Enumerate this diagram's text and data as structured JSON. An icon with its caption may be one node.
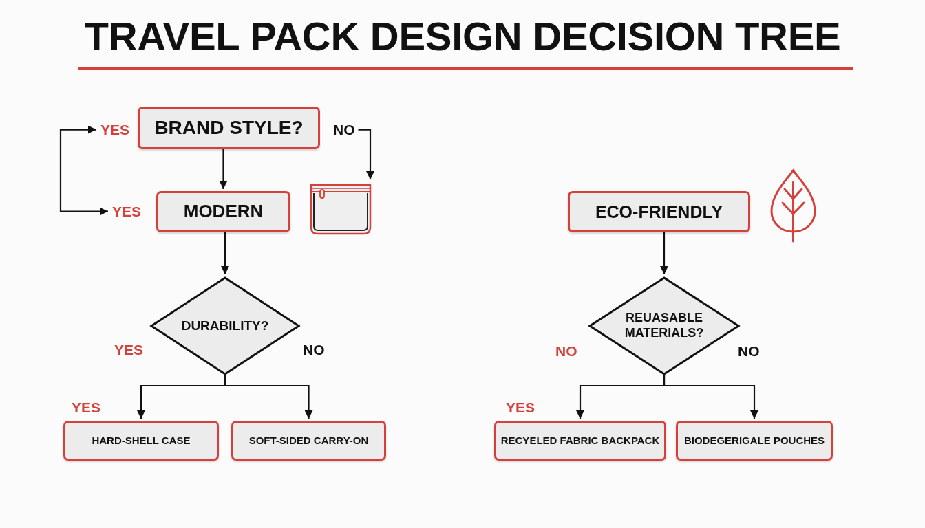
{
  "diagram": {
    "title": "TRAVEL PACK DESIGN DECISION TREE",
    "nodes": [
      {
        "text": [
          "YES"
        ]
      },
      {
        "text": [
          "BRAND STYLE?"
        ]
      },
      {
        "text": [
          "NO"
        ]
      },
      {
        "text": [
          "YES"
        ]
      },
      {
        "text": [
          "MODERN"
        ]
      },
      {
        "text": [],
        "shape": "picture"
      },
      {
        "text": [
          "ECO-FRIENDLY"
        ]
      },
      {
        "text": [
          "DURABILITY?"
        ]
      },
      {
        "text": [
          "REUASABLE MATERIALS?"
        ]
      },
      {
        "text": [
          "HARD-SHELL CASE"
        ]
      },
      {
        "text": [
          "SOFT-SIDED CARRY-ON"
        ]
      },
      {
        "text": [
          "RECYELED FABRIC BACKPACK"
        ]
      },
      {
        "text": [
          "BIODEGERIGALE POUCHES"
        ]
      }
    ],
    "edges": [
      {
        "from": 0,
        "to": 3,
        "arrow": "both"
      },
      {
        "from": 1,
        "to": 4,
        "arrow": "to"
      },
      {
        "from": 2,
        "to": 5,
        "arrow": "to"
      },
      {
        "from": 4,
        "to": 7,
        "arrow": "to"
      },
      {
        "from": 7,
        "to": 9,
        "arrow": "to"
      },
      {
        "from": 7,
        "to": 10,
        "arrow": "to"
      },
      {
        "from": 6,
        "to": 8,
        "arrow": "to"
      },
      {
        "from": 8,
        "to": 11,
        "arrow": "to"
      },
      {
        "from": 8,
        "to": 12,
        "arrow": "to"
      }
    ],
    "labels": [
      "YES",
      "NO",
      "NO",
      "NO",
      "YES",
      "YES"
    ]
  }
}
